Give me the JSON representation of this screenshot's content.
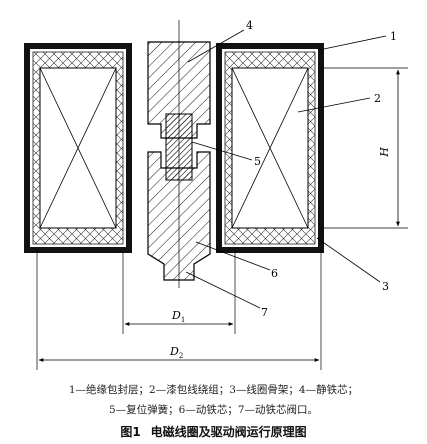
{
  "labels": {
    "part1": "1",
    "part2": "2",
    "part3": "3",
    "part4": "4",
    "part5": "5",
    "part6": "6",
    "part7": "7",
    "height": "H",
    "d1_main": "D",
    "d1_sub": "1",
    "d2_main": "D",
    "d2_sub": "2"
  },
  "legend": {
    "line1": "1—绝缘包封层；2—漆包线绕组；3—线圈骨架；4—静铁芯；",
    "line2": "5—复位弹簧；6—动铁芯；7—动铁芯阀口。"
  },
  "caption": {
    "number": "图1",
    "title": "电磁线圈及驱动阀运行原理图"
  }
}
